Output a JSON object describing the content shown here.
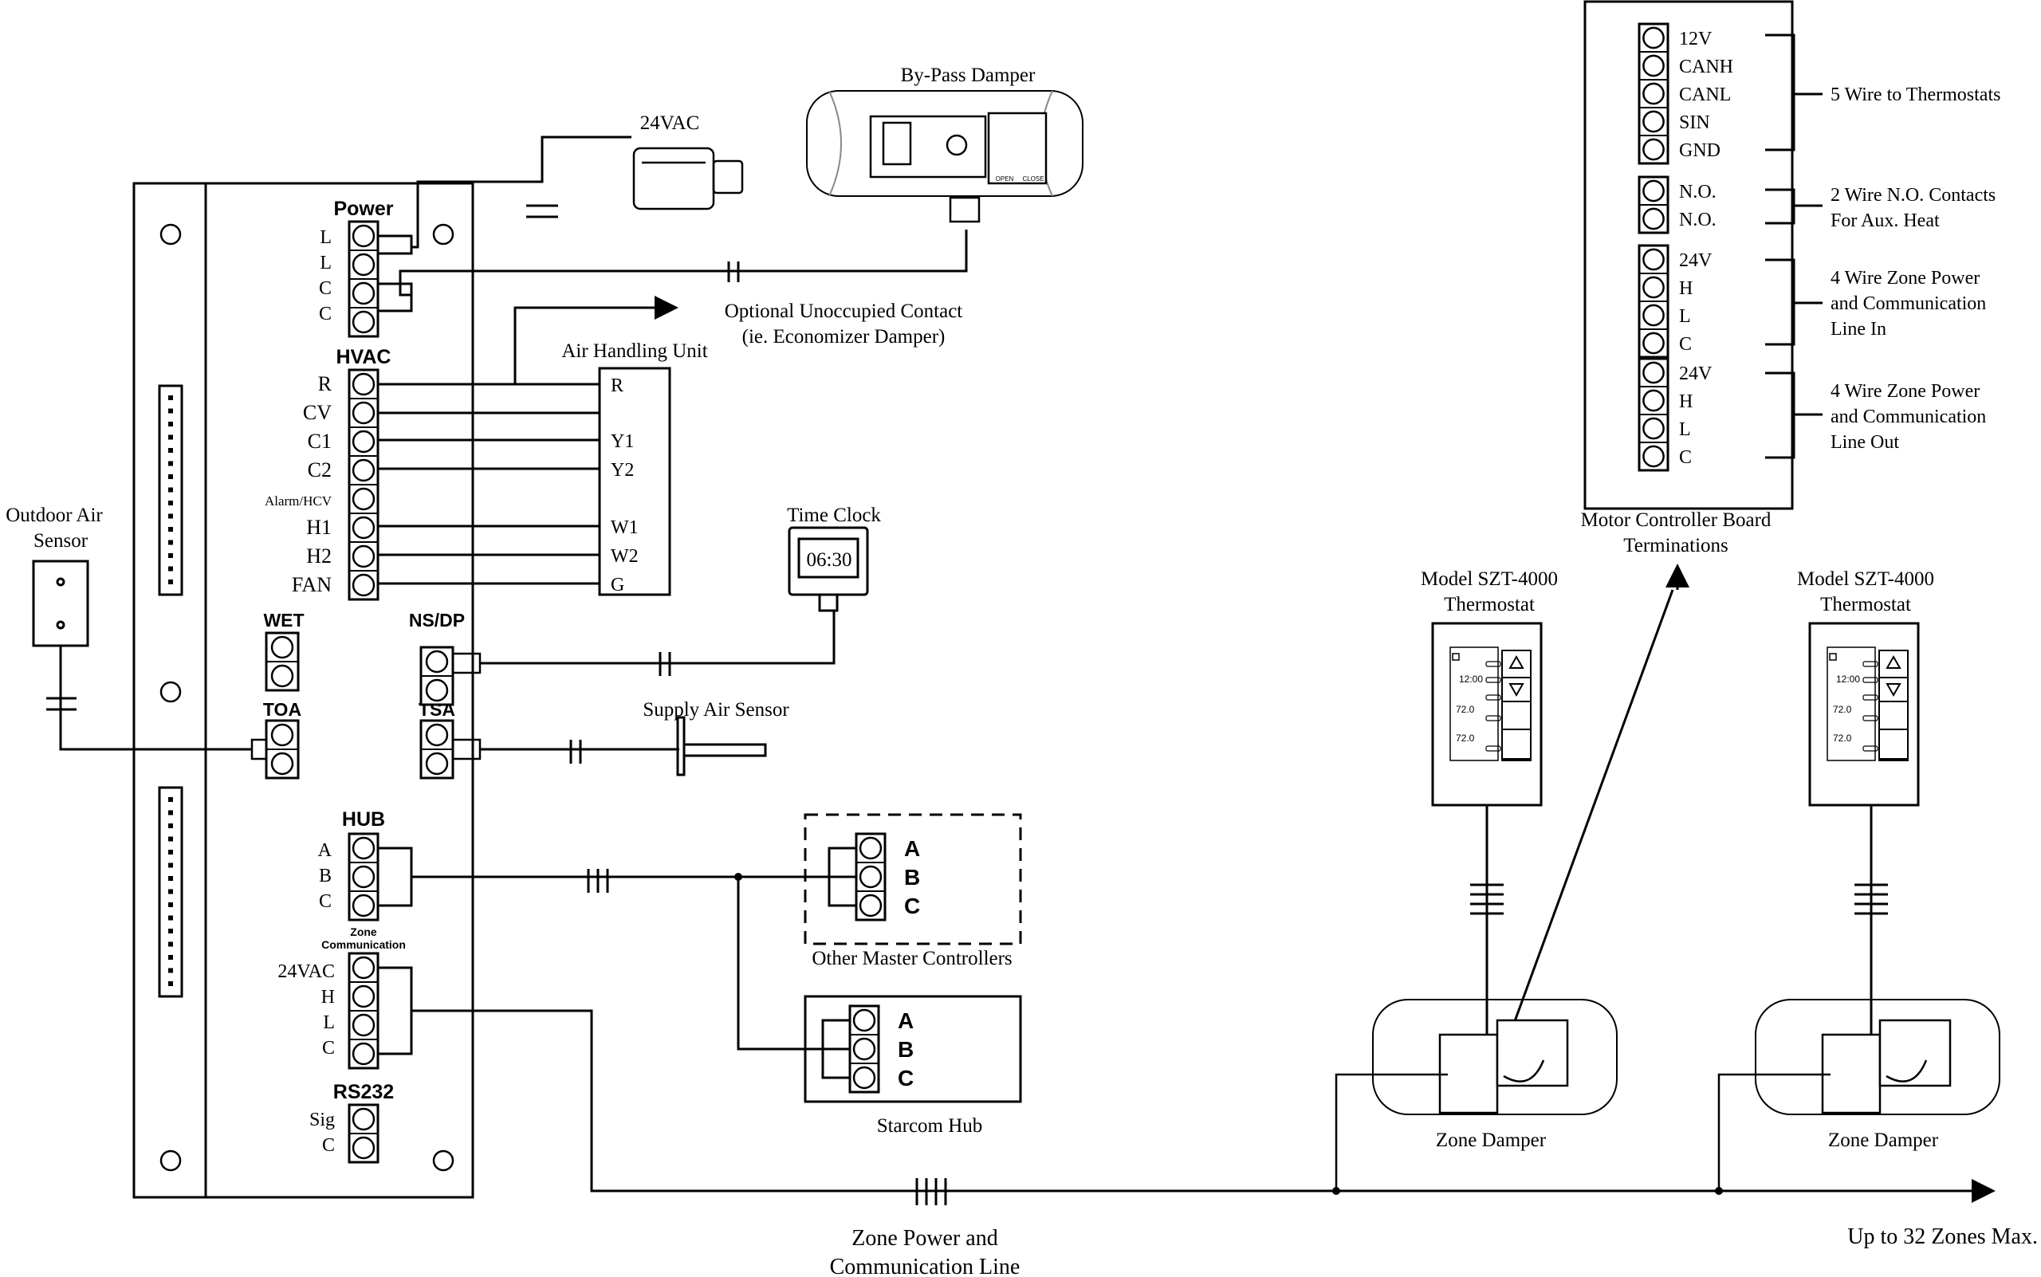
{
  "controller": {
    "power": {
      "title": "Power",
      "terms": [
        "L",
        "L",
        "C",
        "C"
      ]
    },
    "hvac": {
      "title": "HVAC",
      "terms": [
        "R",
        "CV",
        "C1",
        "C2",
        "Alarm/HCV",
        "H1",
        "H2",
        "FAN"
      ]
    },
    "wet": "WET",
    "toa": "TOA",
    "nsdp": "NS/DP",
    "tsa": "TSA",
    "hub": {
      "title": "HUB",
      "terms": [
        "A",
        "B",
        "C"
      ]
    },
    "zone_comm": {
      "title_line1": "Zone",
      "title_line2": "Communication",
      "terms": [
        "24VAC",
        "H",
        "L",
        "C"
      ]
    },
    "rs232": {
      "title": "RS232",
      "terms": [
        "Sig",
        "C"
      ]
    }
  },
  "transformer": "24VAC",
  "bypass_damper": {
    "title": "By-Pass Damper",
    "open": "OPEN",
    "close": "CLOSE"
  },
  "optional_contact": {
    "line1": "Optional Unoccupied Contact",
    "line2": "(ie. Economizer Damper)"
  },
  "ahu": {
    "title": "Air Handling Unit",
    "terms": [
      "R",
      "Y1",
      "Y2",
      "W1",
      "W2",
      "G"
    ]
  },
  "outdoor_sensor": {
    "line1": "Outdoor Air",
    "line2": "Sensor"
  },
  "time_clock": {
    "title": "Time Clock",
    "display": "06:30"
  },
  "supply_sensor": "Supply Air Sensor",
  "other_masters": {
    "title": "Other Master Controllers",
    "terms": [
      "A",
      "B",
      "C"
    ]
  },
  "starcom_hub": {
    "title": "Starcom Hub",
    "terms": [
      "A",
      "B",
      "C"
    ]
  },
  "motor_board": {
    "title_line1": "Motor Controller Board",
    "title_line2": "Terminations",
    "terms": [
      "12V",
      "CANH",
      "CANL",
      "SIN",
      "GND",
      "N.O.",
      "N.O.",
      "24V",
      "H",
      "L",
      "C",
      "24V",
      "H",
      "L",
      "C"
    ],
    "groups": [
      {
        "lines": [
          "5 Wire to Thermostats"
        ]
      },
      {
        "lines": [
          "2 Wire N.O. Contacts",
          "For Aux. Heat"
        ]
      },
      {
        "lines": [
          "4 Wire Zone Power",
          "and Communication",
          "Line In"
        ]
      },
      {
        "lines": [
          "4 Wire Zone Power",
          "and Communication",
          "Line Out"
        ]
      }
    ]
  },
  "thermostats": [
    {
      "line1": "Model SZT-4000",
      "line2": "Thermostat"
    },
    {
      "line1": "Model SZT-4000",
      "line2": "Thermostat"
    }
  ],
  "thermostat_screen": {
    "time": "12:00",
    "temp1": "72.0",
    "temp2": "72.0"
  },
  "zone_dampers": [
    "Zone Damper",
    "Zone Damper"
  ],
  "zone_line": {
    "line1": "Zone Power and",
    "line2": "Communication Line"
  },
  "max_zones": "Up to 32 Zones Max."
}
